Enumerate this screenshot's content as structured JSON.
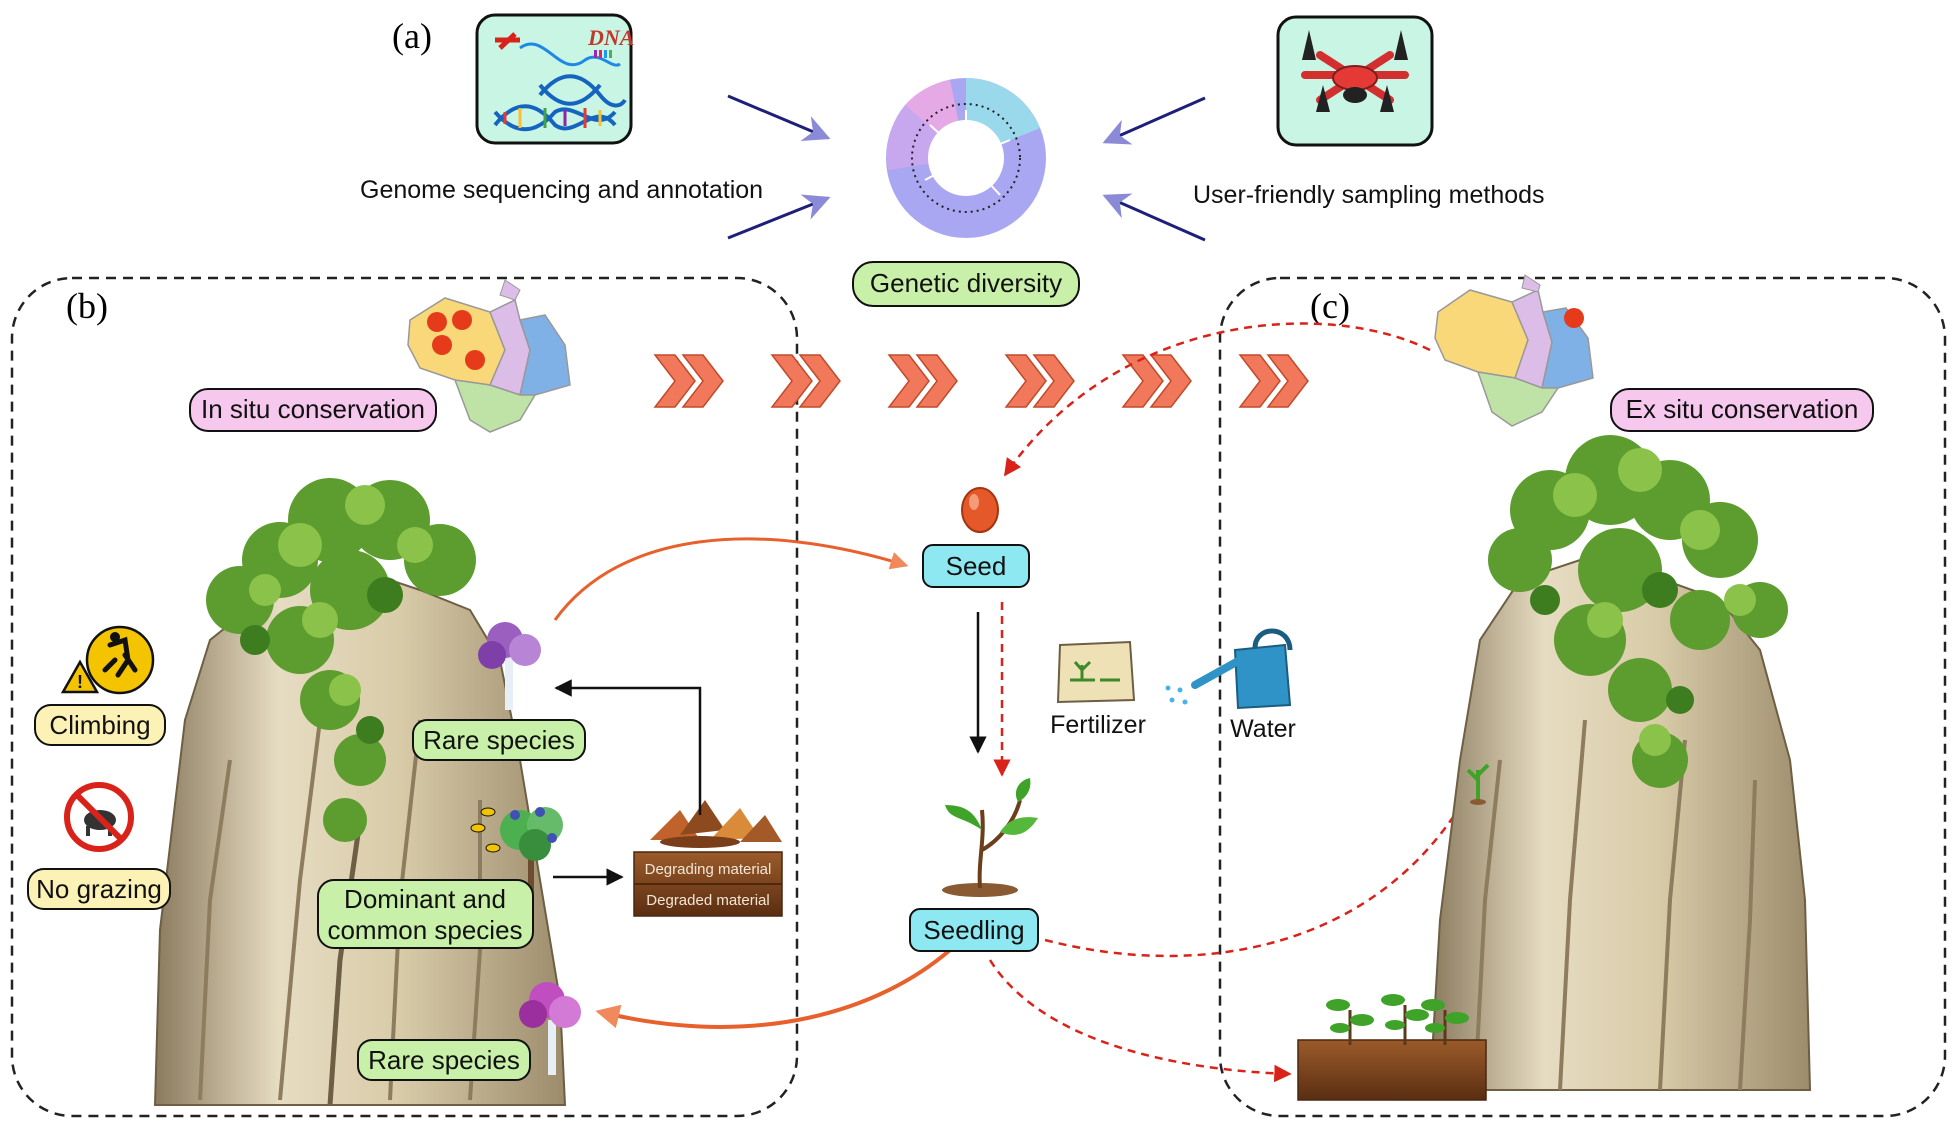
{
  "panels": {
    "a": "(a)",
    "b": "(b)",
    "c": "(c)"
  },
  "top": {
    "genome_label": "Genome sequencing and annotation",
    "dna_text": "DNA",
    "sampling_label": "User-friendly sampling methods",
    "center_label": "Genetic diversity"
  },
  "left": {
    "in_situ_label": "In situ conservation",
    "climbing_label": "Climbing",
    "no_grazing_label": "No grazing",
    "rare_species_upper": "Rare species",
    "dominant_line1": "Dominant and",
    "dominant_line2": "common species",
    "degrading_label": "Degrading material",
    "degraded_label": "Degraded material",
    "rare_species_lower": "Rare species"
  },
  "middle": {
    "seed_label": "Seed",
    "seedling_label": "Seedling",
    "fertilizer_label": "Fertilizer",
    "water_label": "Water"
  },
  "right": {
    "ex_situ_label": "Ex situ conservation"
  },
  "colors": {
    "pill_pink": "#f6c8ee",
    "pill_green": "#c9f0a8",
    "pill_yellow": "#fdf2b6",
    "pill_cyan": "#8ee8f2",
    "icon_bg": "#c8f5e4",
    "chevron": "#f2785c",
    "red_dashed": "#d9231a",
    "orange_arrow": "#e8602c",
    "navy_arrow": "#1f1f7a"
  }
}
